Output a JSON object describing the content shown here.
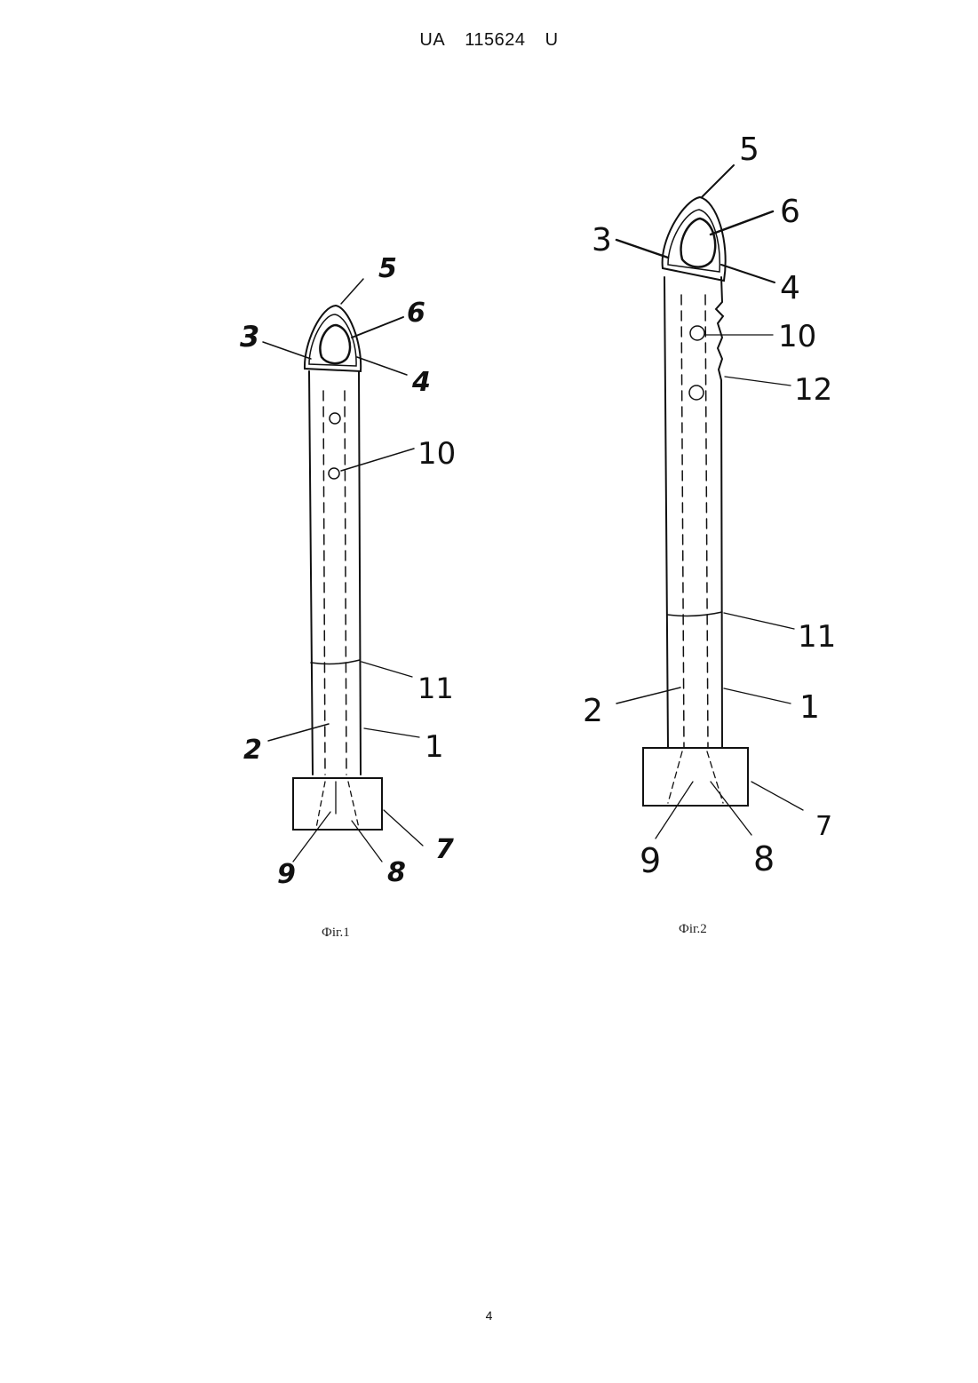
{
  "header": {
    "country": "UA",
    "number": "115624",
    "kind": "U"
  },
  "figure1": {
    "caption": "Фіг.1",
    "labels": {
      "l1": "1",
      "l2": "2",
      "l3": "3",
      "l4": "4",
      "l5": "5",
      "l6": "6",
      "l7": "7",
      "l8": "8",
      "l9": "9",
      "l10": "10",
      "l11": "11"
    }
  },
  "figure2": {
    "caption": "Фіг.2",
    "labels": {
      "l1": "1",
      "l2": "2",
      "l3": "3",
      "l4": "4",
      "l5": "5",
      "l6": "6",
      "l7": "7",
      "l8": "8",
      "l9": "9",
      "l10": "10",
      "l11": "11",
      "l12": "12"
    }
  },
  "page_number": "4"
}
